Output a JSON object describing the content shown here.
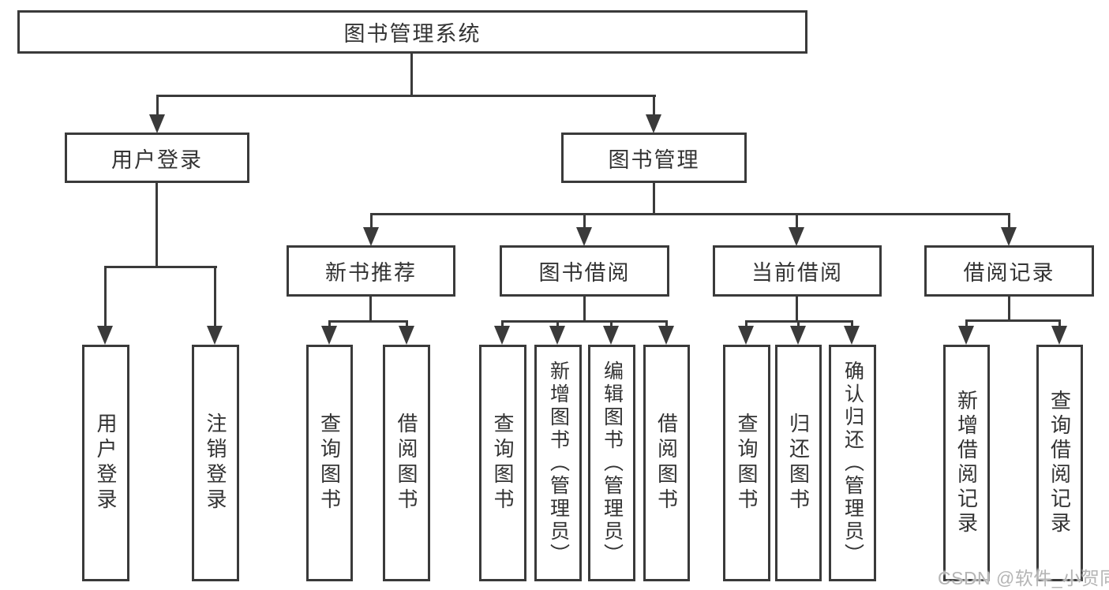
{
  "tree": {
    "root": "图书管理系统",
    "branches": [
      {
        "label": "用户登录",
        "children": [
          "用户登录",
          "注销登录"
        ]
      },
      {
        "label": "图书管理",
        "children": [
          {
            "label": "新书推荐",
            "children": [
              "查询图书",
              "借阅图书"
            ]
          },
          {
            "label": "图书借阅",
            "children": [
              "查询图书",
              "新增图书（管理员）",
              "编辑图书（管理员）",
              "借阅图书"
            ]
          },
          {
            "label": "当前借阅",
            "children": [
              "查询图书",
              "归还图书",
              "确认归还（管理员）"
            ]
          },
          {
            "label": "借阅记录",
            "children": [
              "新增借阅记录",
              "查询借阅记录"
            ]
          }
        ]
      }
    ]
  },
  "watermark": {
    "text": "CSDN @软件_小贺同学"
  },
  "colors": {
    "line": "#3a3a3a",
    "text": "#333333",
    "background": "#ffffff",
    "watermark": "#b5b5b5"
  }
}
